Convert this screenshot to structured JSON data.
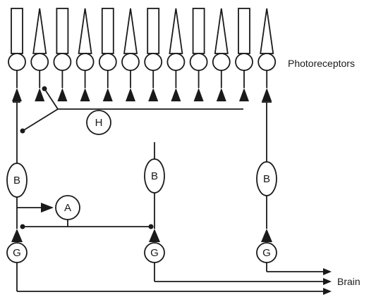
{
  "labels": {
    "photoreceptors": "Photoreceptors",
    "brain": "Brain"
  },
  "cells": {
    "horizontal": "H",
    "bipolar": "B",
    "amacrine": "A",
    "ganglion": "G"
  },
  "photoreceptor_types": [
    "rod",
    "cone",
    "rod",
    "cone",
    "rod",
    "cone",
    "rod",
    "cone",
    "rod",
    "cone",
    "rod",
    "cone"
  ]
}
